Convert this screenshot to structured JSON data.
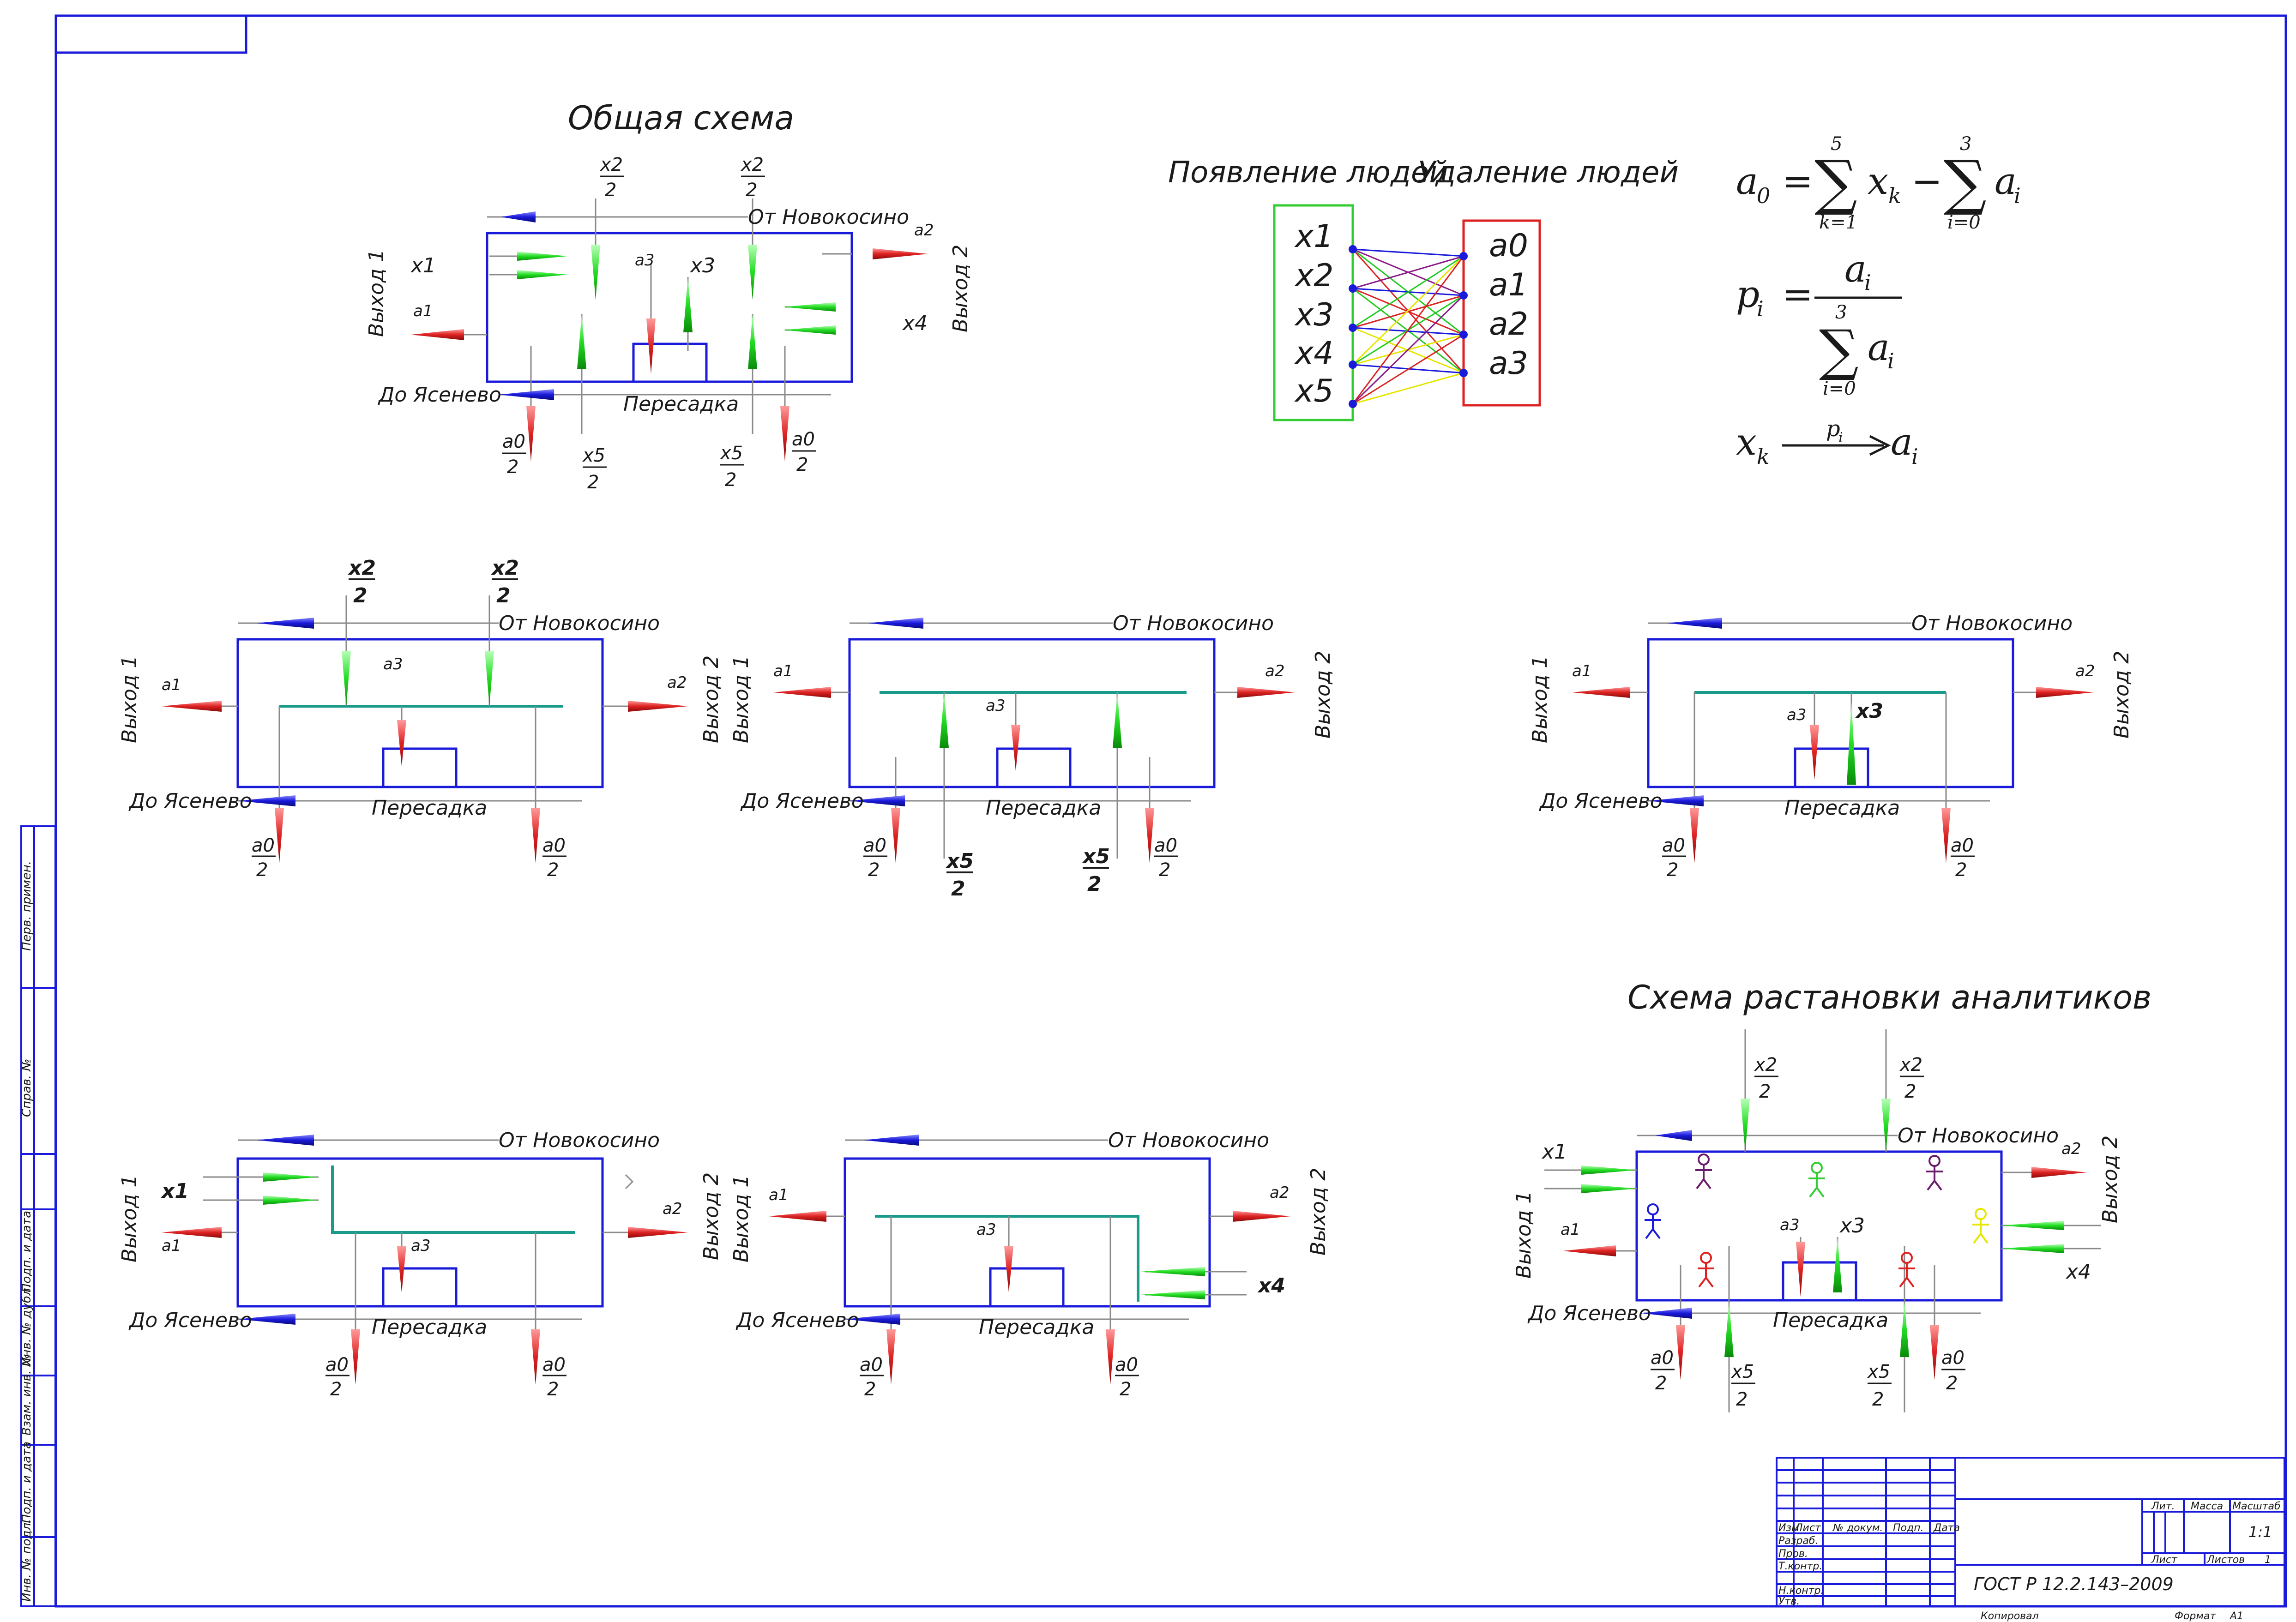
{
  "top_scheme": {
    "title": "Общая схема",
    "labels": {
      "from": "От Новокосино",
      "to": "До Ясенево",
      "transfer": "Пересадка",
      "exit1": "Выход 1",
      "exit2": "Выход 2",
      "x1": "x1",
      "x3": "x3",
      "x4": "x4",
      "a1": "a1",
      "a2": "a2",
      "a3": "a3",
      "x2_num": "x2",
      "x5_num": "x5",
      "a0_num": "a0",
      "den": "2"
    }
  },
  "people_graph": {
    "title_in": "Появление людей",
    "title_out": "Удаление людей",
    "sources": [
      "x1",
      "x2",
      "x3",
      "x4",
      "x5"
    ],
    "sinks": [
      "a0",
      "a1",
      "a2",
      "a3"
    ],
    "source_box_color": "#33cc33",
    "sink_box_color": "#dd2222"
  },
  "formulas": {
    "a0": "a",
    "sub0": "0",
    "eq": "=",
    "sum": "∑",
    "minus": "−",
    "k5": "5",
    "k1": "k=1",
    "i3": "3",
    "i0": "i=0",
    "x": "x",
    "k": "k",
    "a": "a",
    "i": "i",
    "p": "p"
  },
  "panels": {
    "from": "От Новокосино",
    "to": "До Ясенево",
    "transfer": "Пересадка",
    "exit1": "Выход 1",
    "exit2": "Выход 2",
    "x1": "x1",
    "x2": "x2",
    "x3": "x3",
    "x4": "x4",
    "x5": "x5",
    "a0": "a0",
    "a1": "a1",
    "a2": "a2",
    "a3": "a3",
    "den": "2"
  },
  "analysts": {
    "title": "Схема растановки аналитиков",
    "colors": [
      "#6a1b6a",
      "#33cc33",
      "#6a1b6a",
      "#1a1adb",
      "#e6e600",
      "#dd2222",
      "#dd2222"
    ]
  },
  "title_block": {
    "col_lit": "Лит",
    "col_izm": "Изм",
    "col_list": "Лист",
    "col_doc": "№ докум.",
    "col_sign": "Подп.",
    "col_date": "Дата",
    "razrab": "Разраб.",
    "prov": "Пров.",
    "tkontr": "Т.контр.",
    "nkontr": "Н.контр.",
    "utv": "Утв.",
    "lit": "Лит.",
    "massa": "Масса",
    "masshtab": "Масштаб",
    "scale": "1:1",
    "list": "Лист",
    "listov": "Листов",
    "listov_val": "1",
    "gost": "ГОСТ Р 12.2.143–2009",
    "kopiroval": "Копировал",
    "format": "Формат",
    "format_val": "A1"
  },
  "side_stamps": [
    "Перв. примен.",
    "Справ. №",
    "Подп. и дата",
    "Инв. № дубл.",
    "Взам. инв. №",
    "Подп. и дата",
    "Инв. № подл."
  ],
  "colors": {
    "frame": "#1a1adb",
    "blue_arrow": "#1a1adb",
    "red_arrow": "#dd2222",
    "green_arrow": "#22dd22",
    "teal_line": "#1a9a8a",
    "thin": "#8a8a8a"
  }
}
